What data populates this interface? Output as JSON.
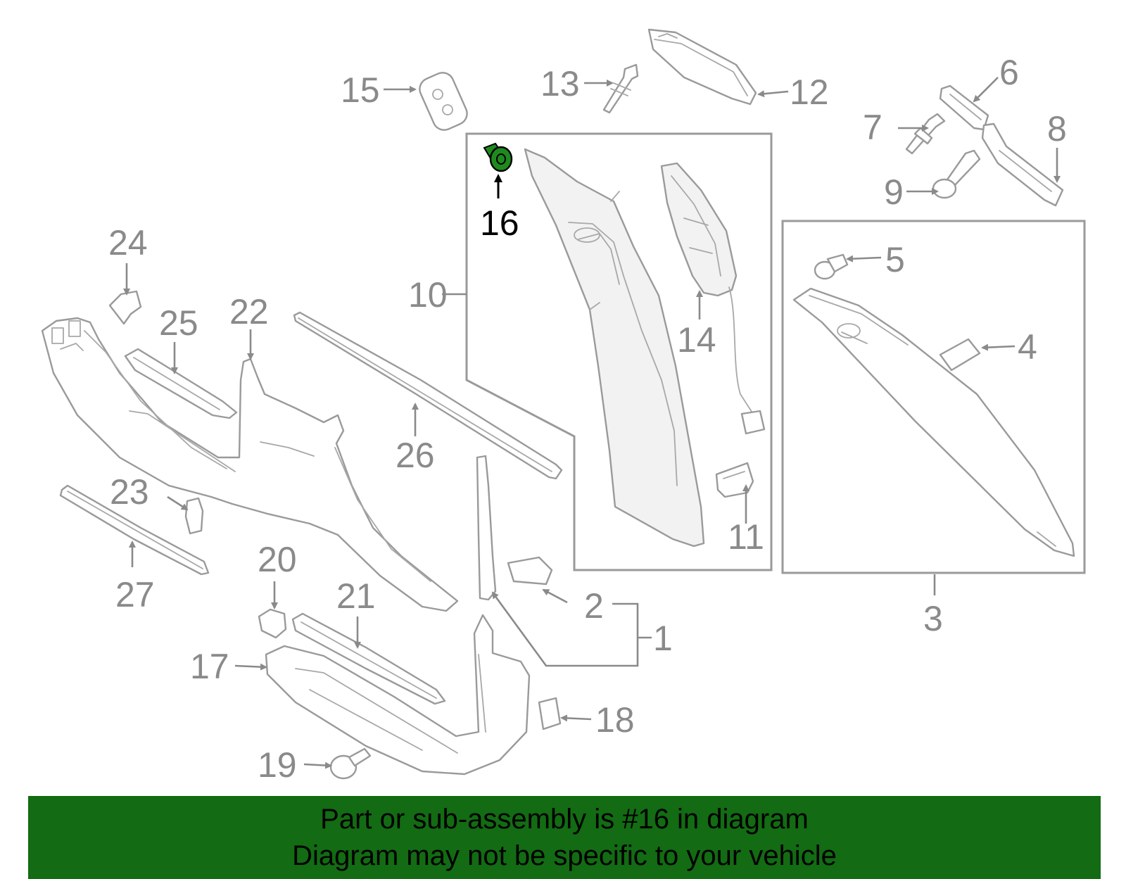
{
  "diagram": {
    "highlighted_part": "16",
    "highlight_color": "#1e8a1e",
    "callouts": [
      "1",
      "2",
      "3",
      "4",
      "5",
      "6",
      "7",
      "8",
      "9",
      "10",
      "11",
      "12",
      "13",
      "14",
      "15",
      "16",
      "17",
      "18",
      "19",
      "20",
      "21",
      "22",
      "23",
      "24",
      "25",
      "26",
      "27"
    ]
  },
  "banner": {
    "line1": "Part or sub-assembly is #16 in diagram",
    "line2": "Diagram may not be specific to your vehicle",
    "background": "#136b13"
  }
}
